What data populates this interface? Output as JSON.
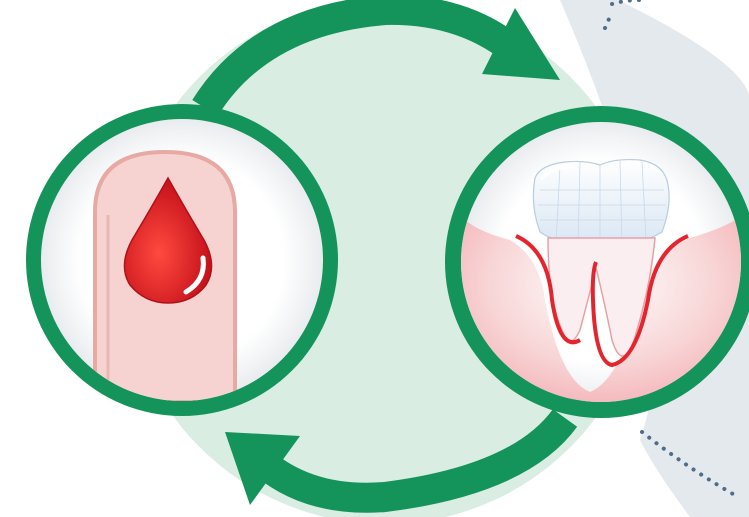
{
  "diagram": {
    "type": "cycle",
    "nodes": [
      {
        "id": "blood-sugar",
        "icon": "blood-drop-on-finger-icon"
      },
      {
        "id": "gum-disease",
        "icon": "inflamed-gum-tooth-icon"
      }
    ],
    "arrows": [
      {
        "from": "blood-sugar",
        "to": "gum-disease",
        "direction": "clockwise-top"
      },
      {
        "from": "gum-disease",
        "to": "blood-sugar",
        "direction": "clockwise-bottom"
      }
    ]
  },
  "colors": {
    "ring_green": "#14935A",
    "background_circle": "#D9EDE2",
    "side_panel": "#E4E9EE",
    "dotted_line": "#4F6D8A",
    "blood_red": "#E01E22",
    "finger_skin": "#F6D3D0",
    "gum_red": "#E5252E",
    "tooth_white": "#F4F8FC"
  }
}
